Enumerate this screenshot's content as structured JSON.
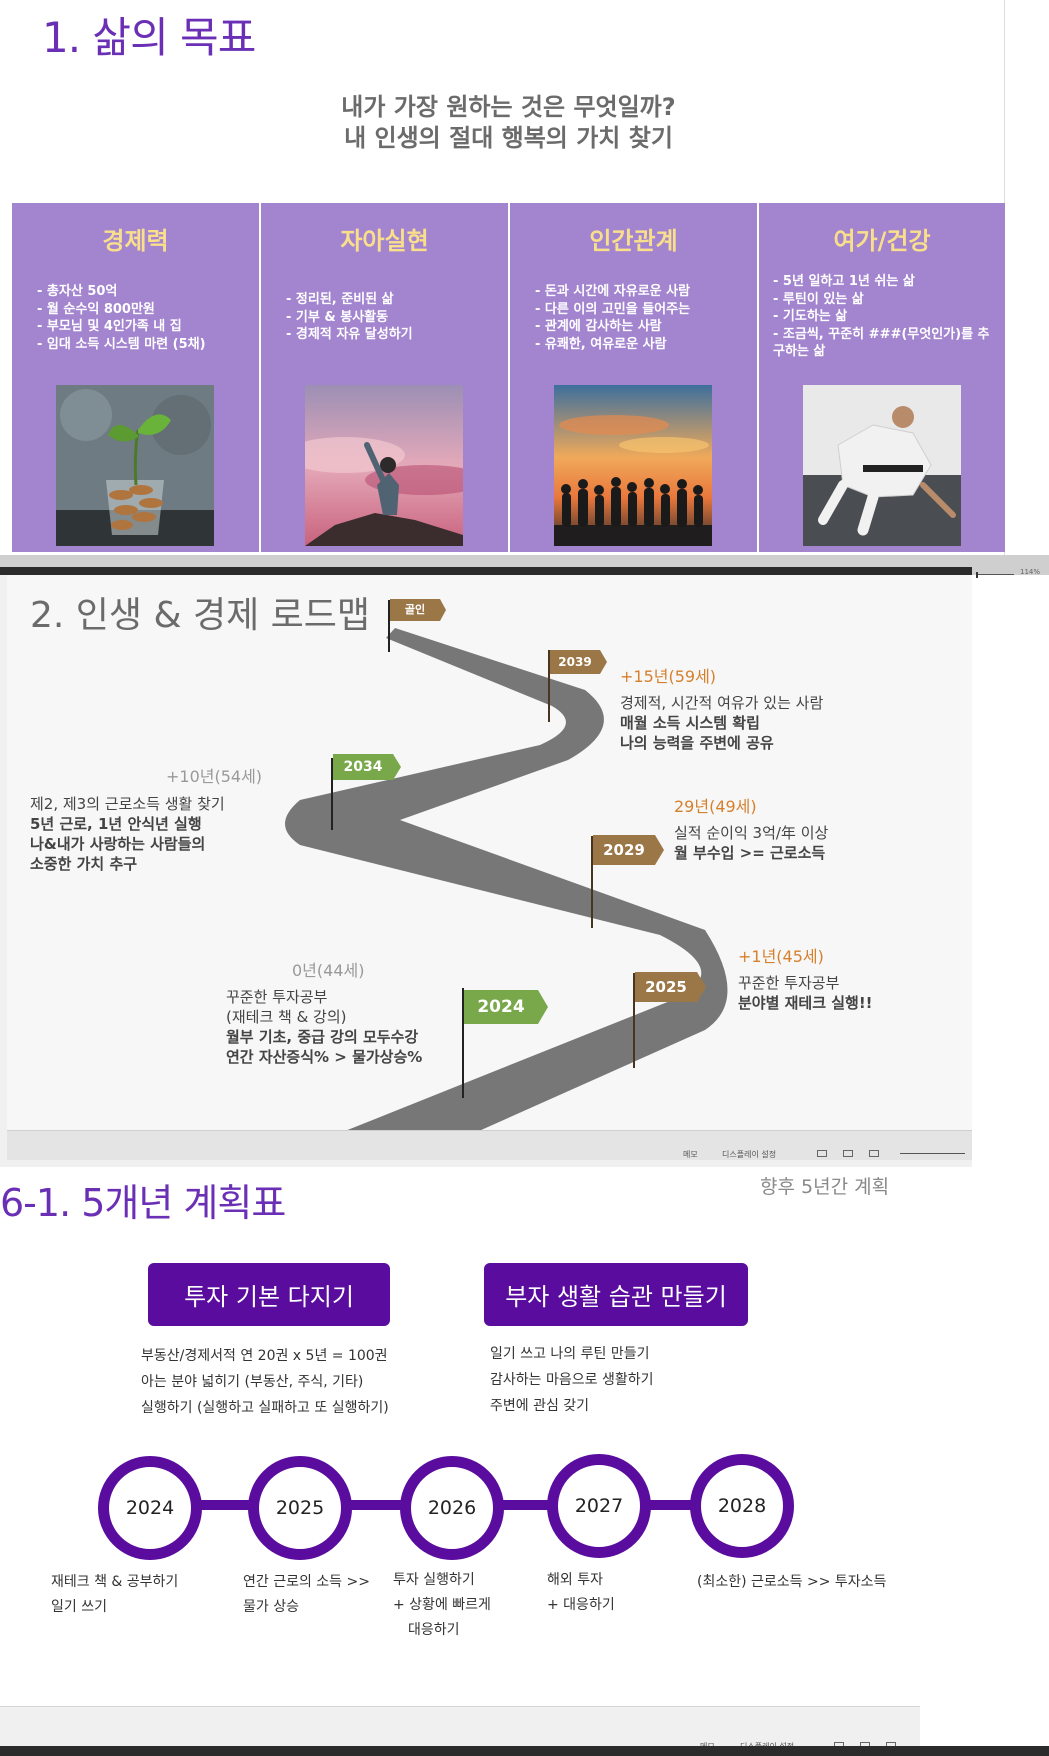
{
  "slide1": {
    "title": "1. 삶의 목표",
    "subtitle_line1": "내가 가장 원하는 것은 무엇일까?",
    "subtitle_line2": "내 인생의 절대 행복의 가치 찾기",
    "pillars": [
      {
        "heading": "경제력",
        "items": [
          "- 총자산 50억",
          "- 월 순수익 800만원",
          "- 부모님 및 4인가족 내 집",
          "- 임대 소득 시스템 마련 (5채)"
        ],
        "image": "plant-in-coin-jar"
      },
      {
        "heading": "자아실현",
        "items": [
          "- 정리된, 준비된 삶",
          "-    기부 & 봉사활동",
          "- 경제적 자유 달성하기"
        ],
        "image": "person-on-mountain-top"
      },
      {
        "heading": "인간관계",
        "items": [
          "-    돈과 시간에 자유로운 사람",
          "-    다른 이의 고민을 들어주는",
          "- 관계에 감사하는 사람",
          "-    유쾌한, 여유로운 사람"
        ],
        "image": "friends-at-sunset"
      },
      {
        "heading": "여가/건강",
        "items": [
          "- 5년 일하고 1년 쉬는 삶",
          "-    루틴이 있는 삶",
          "-    기도하는 삶",
          "-    조금씩, 꾸준히 ###(무엇인가)를 추구하는 삶"
        ],
        "image": "jiu-jitsu-training"
      }
    ]
  },
  "slide2": {
    "title": "2. 인생 & 경제 로드맵",
    "flags": {
      "goal": "골인",
      "y2039": "2039",
      "y2034": "2034",
      "y2029": "2029",
      "y2025": "2025",
      "y2024": "2024"
    },
    "m2039": {
      "head": "+15년(59세)",
      "lines": [
        "경제적, 시간적 여유가 있는 사람",
        "매월 소득 시스템 확립",
        "나의 능력을 주변에 공유"
      ]
    },
    "m2034": {
      "head": "+10년(54세)",
      "lines": [
        "제2, 제3의 근로소득 생활 찾기",
        "5년 근로, 1년 안식년 실행",
        "나&내가 사랑하는 사람들의",
        "소중한 가치 추구"
      ]
    },
    "m2029": {
      "head": "29년(49세)",
      "lines": [
        "실적 순이익 3억/年 이상",
        "월 부수입 >= 근로소득"
      ]
    },
    "m2025": {
      "head": "+1년(45세)",
      "lines": [
        "꾸준한 투자공부",
        "분야별 재테크 실행!!"
      ]
    },
    "m2024": {
      "head": "0년(44세)",
      "lines": [
        "꾸준한 투자공부",
        "(재테크 책 & 강의)",
        "월부 기초, 중급 강의 모두수강",
        "연간 자산증식% > 물가상승%"
      ]
    },
    "status": {
      "memo": "메모",
      "display": "디스플레이 설정",
      "zoom": "114%"
    }
  },
  "slide3": {
    "title": "6-1. 5개년 계획표",
    "corner": "향후 5년간 계획",
    "left_btn": "투자 기본 다지기",
    "right_btn": "부자 생활 습관 만들기",
    "left_lines": [
      "부동산/경제서적 연 20권 x 5년 = 100권",
      "아는 분야 넓히기 (부동산, 주식, 기타)",
      "실행하기 (실행하고 실패하고 또 실행하기)"
    ],
    "right_lines": [
      "일기 쓰고 나의 루틴 만들기",
      "감사하는 마음으로 생활하기",
      "주변에 관심 갖기"
    ],
    "years": [
      "2024",
      "2025",
      "2026",
      "2027",
      "2028"
    ],
    "notes": [
      [
        "재테크 책 & 공부하기",
        "일기 쓰기"
      ],
      [
        "연간 근로의 소득 >>",
        "물가 상승"
      ],
      [
        "투자 실행하기",
        "+ 상황에 빠르게",
        "대응하기"
      ],
      [
        "해외 투자",
        "+ 대응하기"
      ],
      [
        "(최소한) 근로소득 >> 투자소득"
      ]
    ],
    "status": {
      "memo": "메모",
      "display": "디스플레이 설정"
    }
  },
  "colors": {
    "purple": "#5a0c9e",
    "lavender": "#a384cf",
    "road": "#787878",
    "brown_flag": "#9b7748",
    "green_flag": "#78a84a",
    "orange_text": "#d6802e"
  }
}
